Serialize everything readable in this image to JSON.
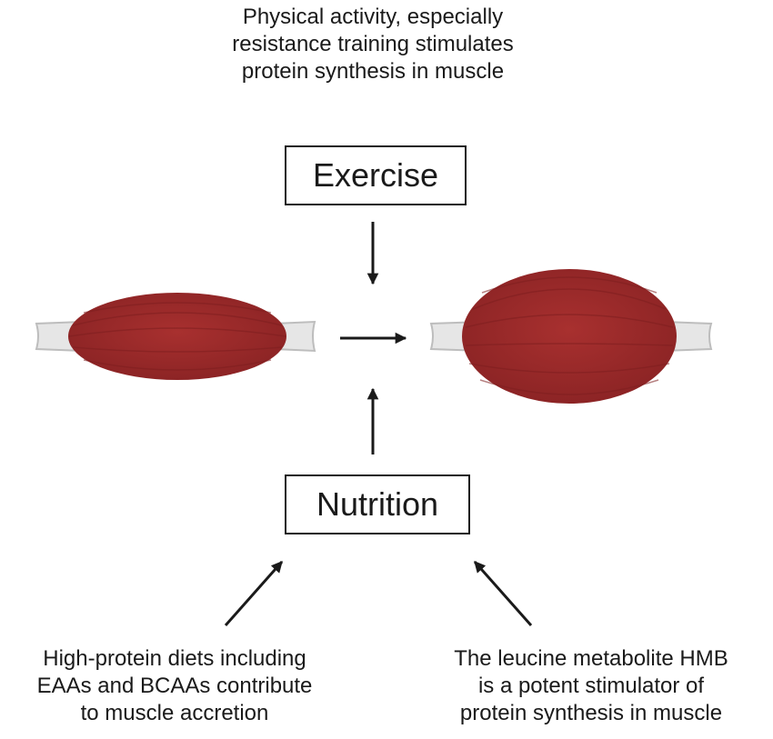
{
  "captions": {
    "exercise_note": [
      "Physical activity, especially",
      "resistance training stimulates",
      "protein synthesis in muscle"
    ],
    "diet_note": [
      "High-protein diets including",
      "EAAs and BCAAs contribute",
      "to muscle accretion"
    ],
    "hmb_note": [
      "The leucine metabolite HMB",
      "is a potent stimulator of",
      "protein synthesis in muscle"
    ]
  },
  "boxes": {
    "exercise": "Exercise",
    "nutrition": "Nutrition"
  },
  "colors": {
    "muscle": "#9e2a2b",
    "muscle_dark": "#7e1e1f",
    "tendon": "#e6e6e6",
    "stroke": "#1a1a1a"
  }
}
